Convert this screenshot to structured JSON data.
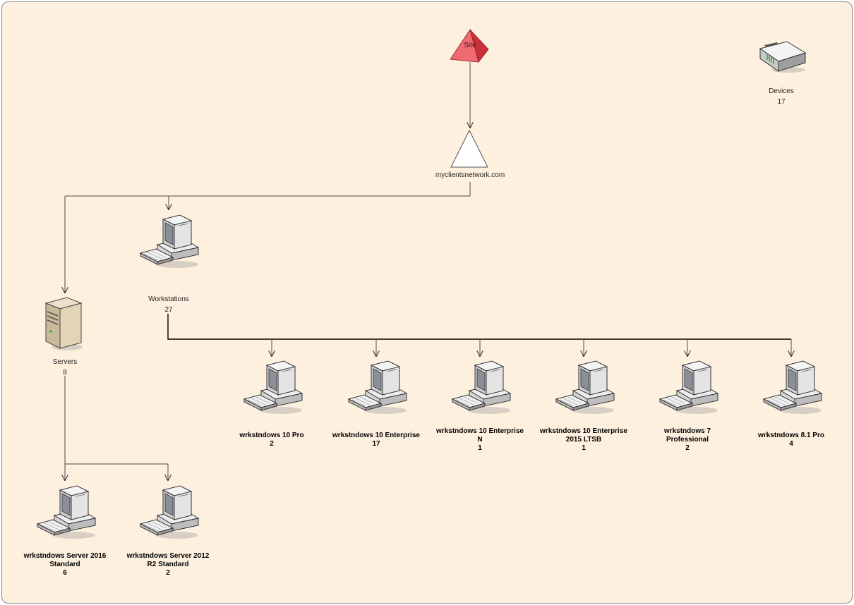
{
  "site": {
    "label": "Site"
  },
  "domain": {
    "label": "myclientsnetwork.com"
  },
  "devices": {
    "label": "Devices",
    "count": "17"
  },
  "workstations": {
    "label": "Workstations",
    "count": "27"
  },
  "servers": {
    "label": "Servers",
    "count": "8"
  },
  "ws_groups": [
    {
      "line1": "wrkstndows 10 Pro",
      "line2": "",
      "count": "2"
    },
    {
      "line1": "wrkstndows 10 Enterprise",
      "line2": "",
      "count": "17"
    },
    {
      "line1": "wrkstndows 10 Enterprise",
      "line2": "N",
      "count": "1"
    },
    {
      "line1": "wrkstndows 10 Enterprise",
      "line2": "2015 LTSB",
      "count": "1"
    },
    {
      "line1": "wrkstndows 7",
      "line2": "Professional",
      "count": "2"
    },
    {
      "line1": "wrkstndows 8.1 Pro",
      "line2": "",
      "count": "4"
    }
  ],
  "srv_groups": [
    {
      "line1": "wrkstndows Server 2016",
      "line2": "Standard",
      "count": "6"
    },
    {
      "line1": "wrkstndows Server 2012",
      "line2": "R2 Standard",
      "count": "2"
    }
  ],
  "colors": {
    "background": "#fdf0df",
    "site_fill": "#e8505a",
    "line": "#4a4a4a",
    "bus": "#000000"
  }
}
